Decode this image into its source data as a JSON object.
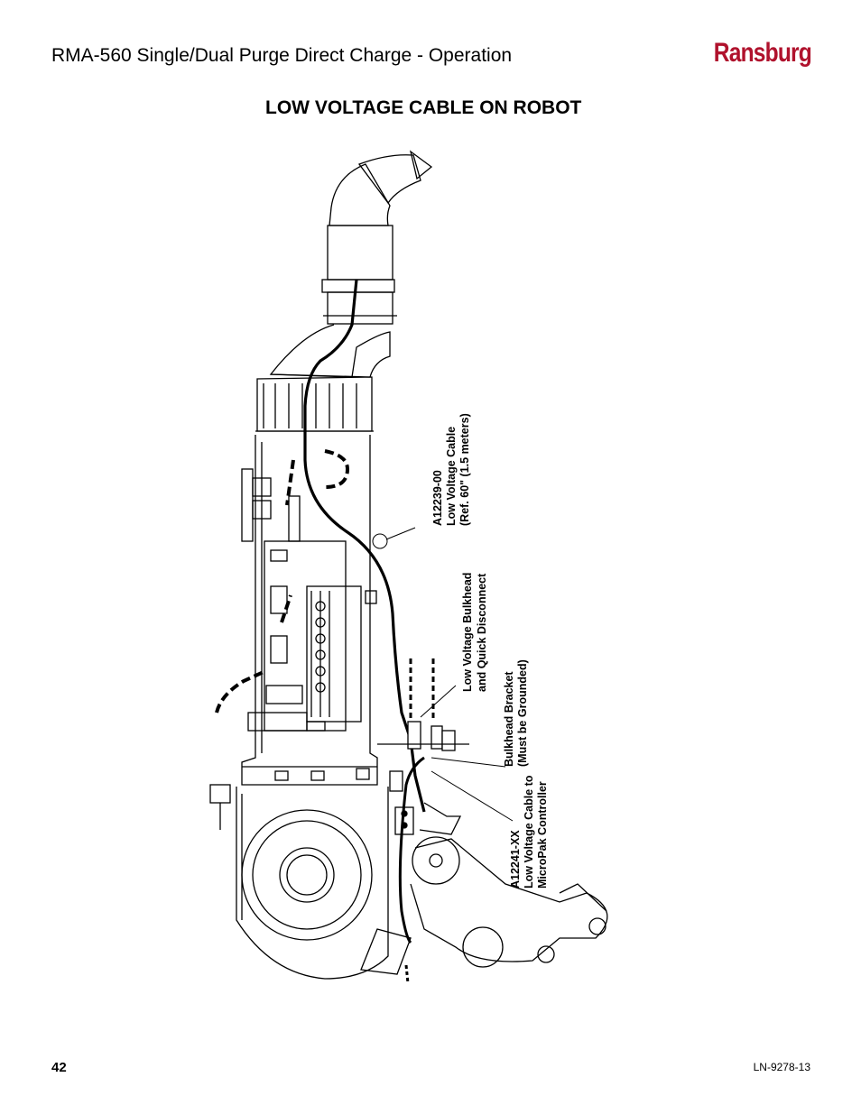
{
  "header": {
    "title": "RMA-560 Single/Dual Purge Direct Charge - Operation",
    "brand": "Ransburg",
    "brand_color": "#b0122d"
  },
  "section": {
    "title": "LOW VOLTAGE CABLE ON ROBOT"
  },
  "callouts": {
    "cable_60": {
      "part": "A12239-00",
      "line1": "Low Voltage Cable",
      "line2": "(Ref. 60\" (1.5 meters)"
    },
    "bulkhead": {
      "line1": "Low Voltage Bulkhead",
      "line2": "and Quick Disconnect"
    },
    "bracket": {
      "line1": "Bulkhead Bracket",
      "line2": "(Must be Grounded)"
    },
    "controller_cable": {
      "part": "A12241-XX",
      "line1": "Low Voltage Cable to",
      "line2": "MicroPak Controller"
    }
  },
  "footer": {
    "page_number": "42",
    "doc_code": "LN-9278-13"
  }
}
